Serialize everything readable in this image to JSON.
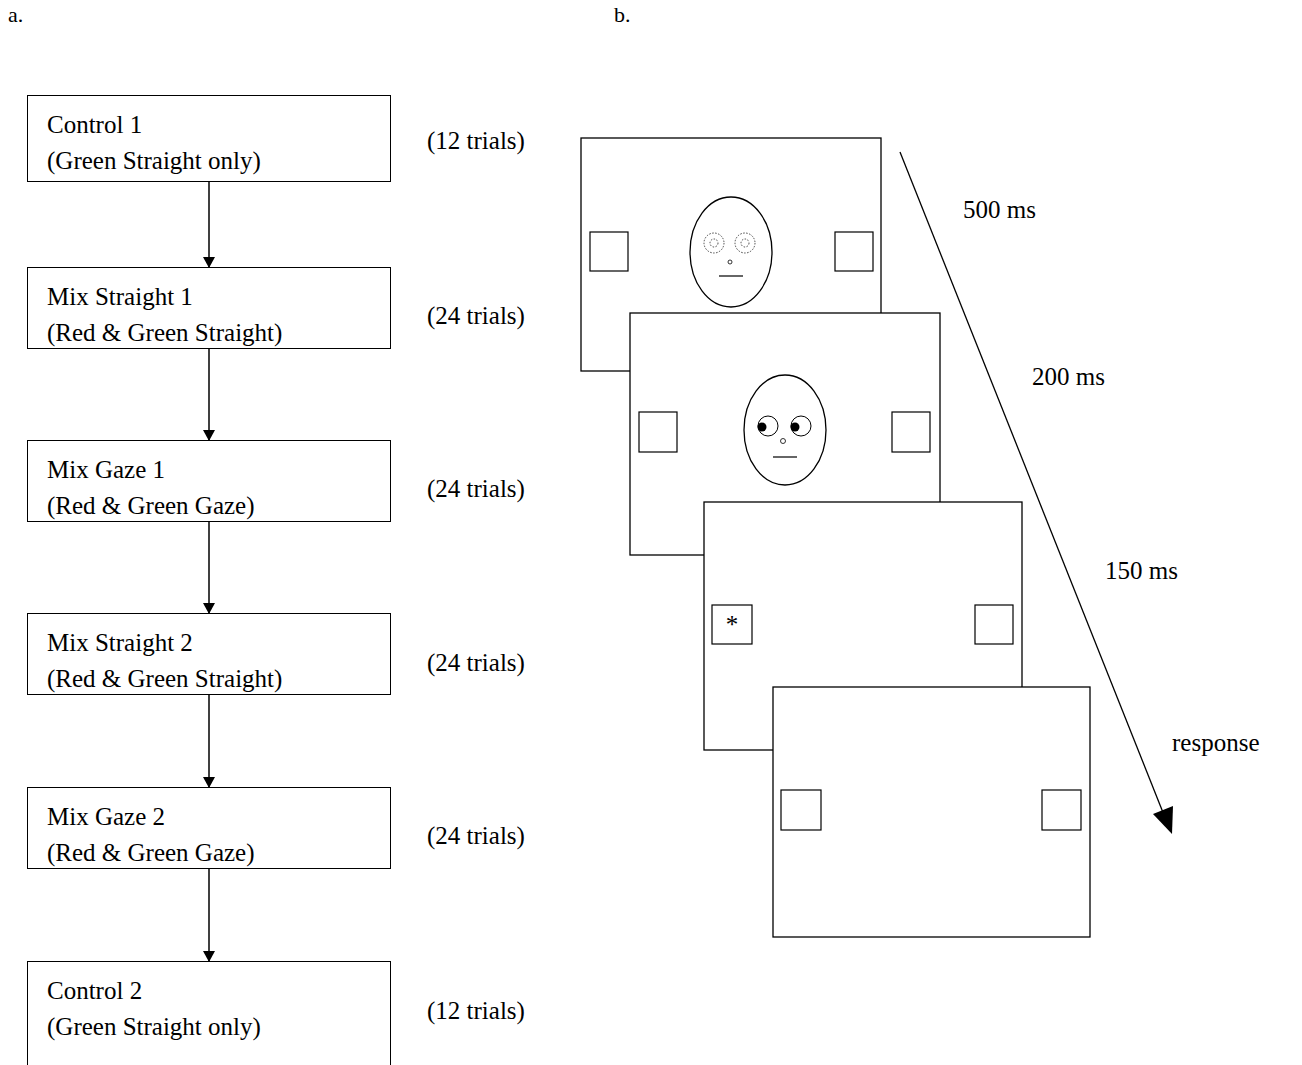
{
  "diagram": {
    "nodes": [
      {
        "text": [
          "Control 1",
          "(Green Straight only)"
        ]
      },
      {
        "text": [
          "Mix Straight 1",
          "(Red & Green Straight)"
        ]
      },
      {
        "text": [
          "Mix Gaze 1",
          "(Red & Green Gaze)"
        ]
      },
      {
        "text": [
          "Mix Straight 2",
          "(Red & Green Straight)"
        ]
      },
      {
        "text": [
          "Mix Gaze 2",
          "(Red & Green Gaze)"
        ]
      },
      {
        "text": [
          "Control 2",
          "(Green Straight only)"
        ]
      }
    ],
    "edges": [
      {
        "from": 0,
        "to": 1,
        "arrow": "to"
      },
      {
        "from": 1,
        "to": 2,
        "arrow": "to"
      },
      {
        "from": 2,
        "to": 3,
        "arrow": "to"
      },
      {
        "from": 3,
        "to": 4,
        "arrow": "to"
      },
      {
        "from": 4,
        "to": 5,
        "arrow": "to"
      }
    ],
    "labels": [
      "a.",
      "b.",
      "(12 trials)",
      "(24 trials)",
      "(24 trials)",
      "(24 trials)",
      "(24 trials)",
      "(12 trials)",
      "500 ms",
      "200 ms",
      "*",
      "150 ms",
      "response"
    ]
  }
}
